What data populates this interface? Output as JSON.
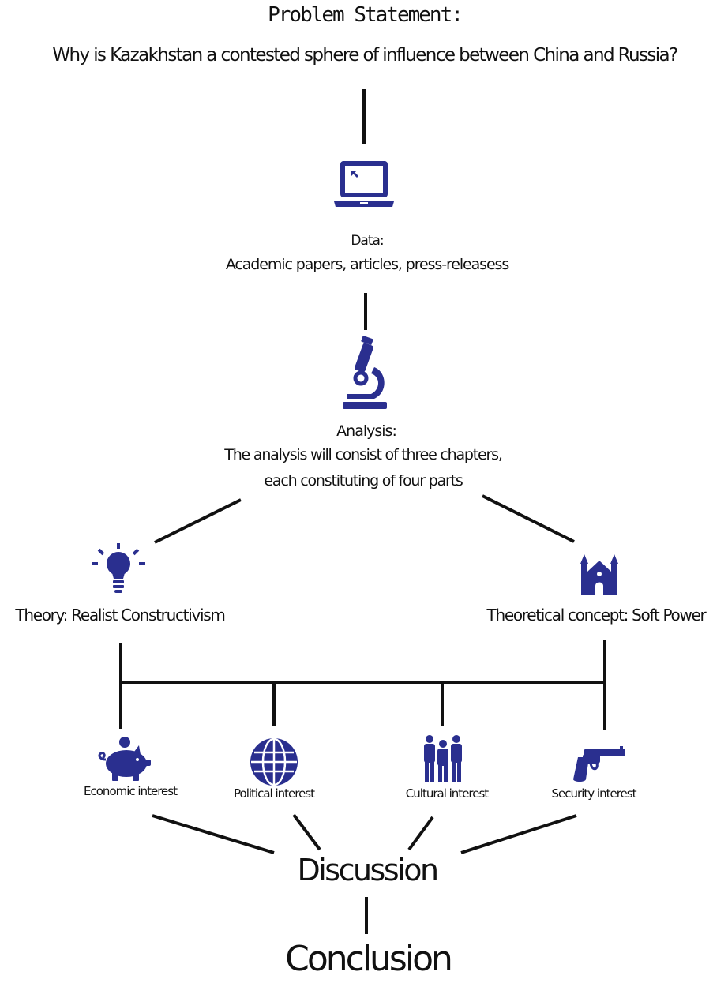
{
  "problem": {
    "title": "Problem Statement:",
    "question": "Why is Kazakhstan a contested sphere of influence between China and Russia?"
  },
  "data_node": {
    "title": "Data:",
    "description": "Academic papers, articles, press-releasess",
    "icon": "laptop-icon"
  },
  "analysis": {
    "title": "Analysis:",
    "line1": "The analysis will consist of three chapters,",
    "line2": "each constituting of four parts",
    "icon": "microscope-icon"
  },
  "theory": {
    "label": "Theory: Realist Constructivism",
    "icon": "lightbulb-icon"
  },
  "concept": {
    "label": "Theoretical concept: Soft Power",
    "icon": "castle-icon"
  },
  "interests": [
    {
      "label": "Economic interest",
      "icon": "piggy-bank-icon"
    },
    {
      "label": "Political interest",
      "icon": "globe-icon"
    },
    {
      "label": "Cultural interest",
      "icon": "people-icon"
    },
    {
      "label": "Security interest",
      "icon": "revolver-icon"
    }
  ],
  "discussion": "Discussion",
  "conclusion": "Conclusion",
  "colors": {
    "icon": "#2a2f8f",
    "line": "#111111",
    "text": "#111111"
  }
}
